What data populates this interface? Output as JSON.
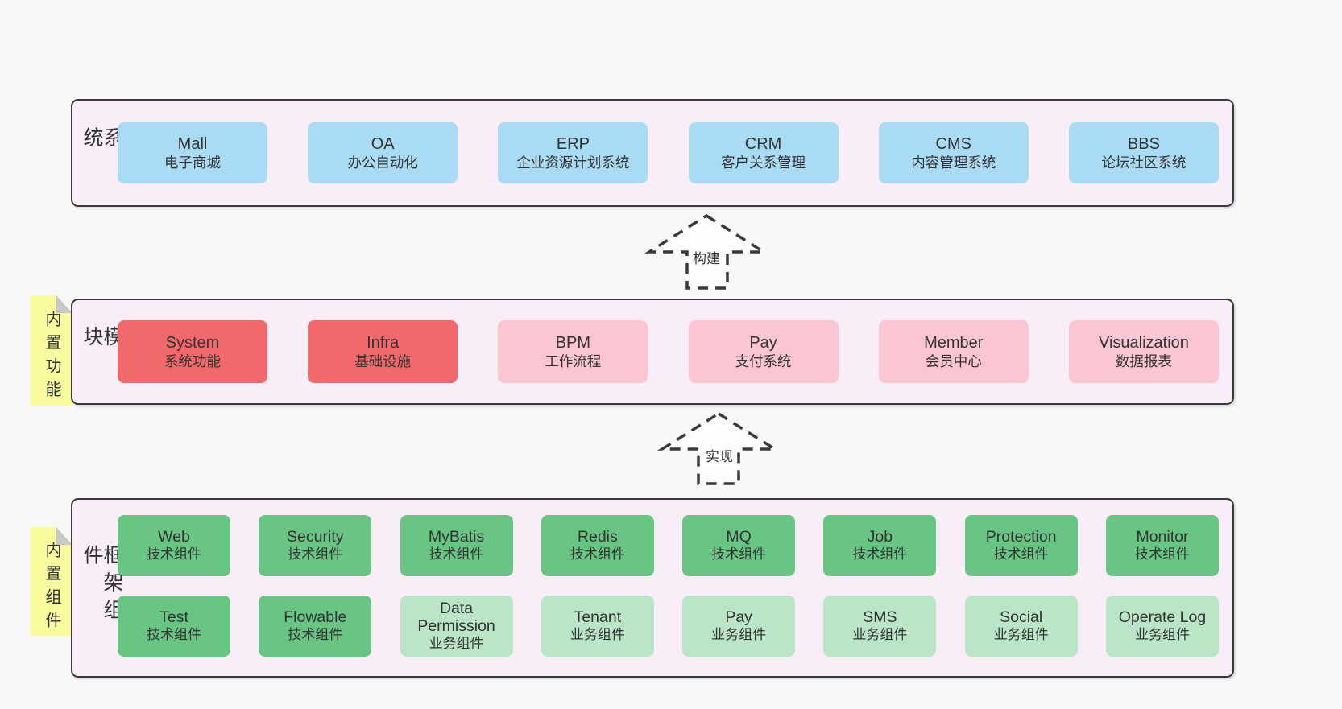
{
  "diagram": {
    "layers": {
      "business": {
        "label": "业务系统",
        "boxes": [
          {
            "en": "Mall",
            "zh": "电子商城"
          },
          {
            "en": "OA",
            "zh": "办公自动化"
          },
          {
            "en": "ERP",
            "zh": "企业资源计划系统"
          },
          {
            "en": "CRM",
            "zh": "客户关系管理"
          },
          {
            "en": "CMS",
            "zh": "内容管理系统"
          },
          {
            "en": "BBS",
            "zh": "论坛社区系统"
          }
        ]
      },
      "modules": {
        "label": "通用模块",
        "sticky": "内置功能",
        "boxes": [
          {
            "en": "System",
            "zh": "系统功能"
          },
          {
            "en": "Infra",
            "zh": "基础设施"
          },
          {
            "en": "BPM",
            "zh": "工作流程"
          },
          {
            "en": "Pay",
            "zh": "支付系统"
          },
          {
            "en": "Member",
            "zh": "会员中心"
          },
          {
            "en": "Visualization",
            "zh": "数据报表"
          }
        ]
      },
      "components": {
        "label": "框架组件",
        "sticky": "内置组件",
        "row1": [
          {
            "en": "Web",
            "zh": "技术组件"
          },
          {
            "en": "Security",
            "zh": "技术组件"
          },
          {
            "en": "MyBatis",
            "zh": "技术组件"
          },
          {
            "en": "Redis",
            "zh": "技术组件"
          },
          {
            "en": "MQ",
            "zh": "技术组件"
          },
          {
            "en": "Job",
            "zh": "技术组件"
          },
          {
            "en": "Protection",
            "zh": "技术组件"
          },
          {
            "en": "Monitor",
            "zh": "技术组件"
          }
        ],
        "row2": [
          {
            "en": "Test",
            "zh": "技术组件"
          },
          {
            "en": "Flowable",
            "zh": "技术组件"
          },
          {
            "en": "Data Permission",
            "zh": "业务组件"
          },
          {
            "en": "Tenant",
            "zh": "业务组件"
          },
          {
            "en": "Pay",
            "zh": "业务组件"
          },
          {
            "en": "SMS",
            "zh": "业务组件"
          },
          {
            "en": "Social",
            "zh": "业务组件"
          },
          {
            "en": "Operate Log",
            "zh": "业务组件"
          }
        ]
      }
    },
    "arrows": [
      {
        "label": "构建"
      },
      {
        "label": "实现"
      }
    ],
    "palette": {
      "page_bg": "#f8f8f8",
      "panel_bg": "#f9edf7",
      "panel_border": "#3a3a3a",
      "blue": "#a9dbf5",
      "red": "#f2696b",
      "pink": "#fbc6d2",
      "green": "#68c584",
      "light_green": "#bae6c7",
      "sticky_yellow": "#fafa9e",
      "fold_gray": "#c8c8c8",
      "text": "#333333"
    }
  }
}
